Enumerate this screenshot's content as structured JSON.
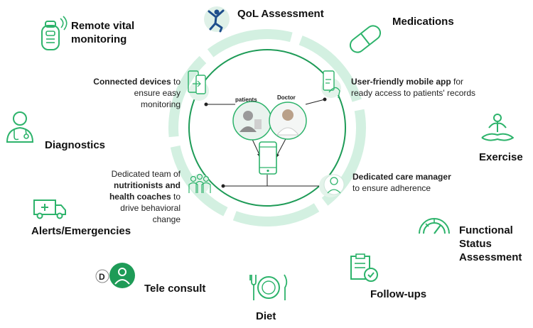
{
  "colors": {
    "accent": "#2db36b",
    "ring": "#cdeedd",
    "dark_green": "#1e9b57",
    "stroke": "#3aa872"
  },
  "outer": {
    "qol": "QoL Assessment",
    "medications": "Medications",
    "remote_vital": "Remote vital monitoring",
    "diagnostics": "Diagnostics",
    "exercise": "Exercise",
    "alerts": "Alerts/Emergencies",
    "functional": "Functional Status Assessment",
    "follow_ups": "Follow-ups",
    "tele_consult": "Tele consult",
    "diet": "Diet"
  },
  "inner": {
    "connected_bold": "Connected devices",
    "connected_rest": " to ensure easy monitoring",
    "app_bold": "User-friendly mobile app",
    "app_rest": " for ready access to patients' records",
    "team_pre": "Dedicated team of ",
    "team_bold": "nutritionists and health coaches",
    "team_rest": " to drive behavioral change",
    "care_bold": "Dedicated care manager",
    "care_rest": "to ensure adherence"
  },
  "center": {
    "patients": "patients",
    "doctor": "Doctor"
  },
  "icons": [
    "remote-monitor-icon",
    "qol-figure-icon",
    "pill-icon",
    "doctor-icon",
    "yoga-icon",
    "ambulance-icon",
    "gauge-icon",
    "clipboard-check-icon",
    "tele-consult-icon",
    "plate-cutlery-icon",
    "devices-icon",
    "mobile-app-icon",
    "team-icon",
    "care-manager-icon",
    "smartphone-icon"
  ]
}
